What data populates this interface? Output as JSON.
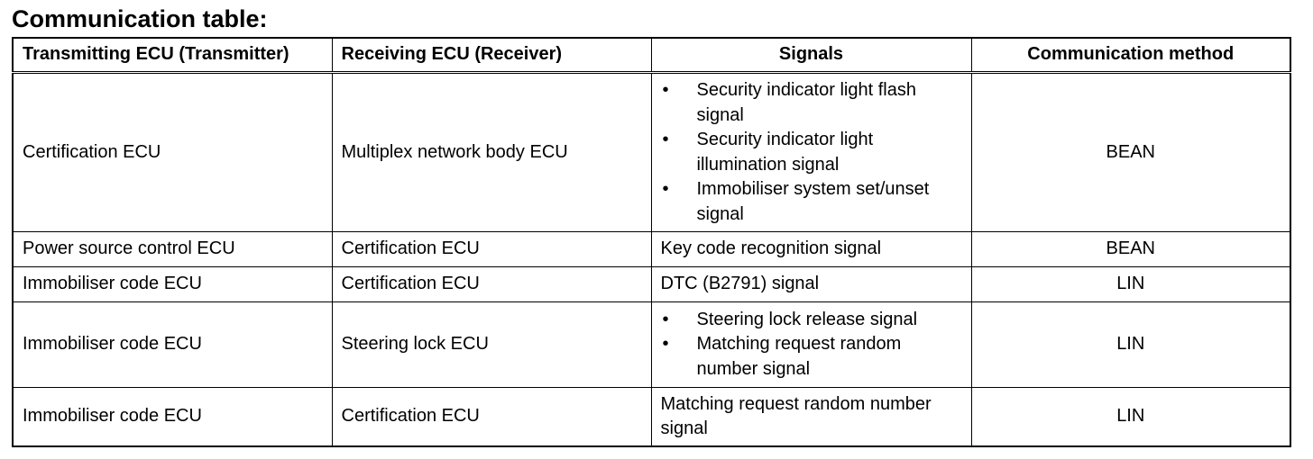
{
  "page": {
    "title": "Communication table:"
  },
  "table": {
    "headers": [
      "Transmitting ECU (Transmitter)",
      "Receiving ECU (Receiver)",
      "Signals",
      "Communication method"
    ],
    "rows": [
      {
        "transmitter": "Certification ECU",
        "receiver": "Multiplex network body ECU",
        "signals": [
          "Security indicator light flash signal",
          "Security indicator light illumination signal",
          "Immobiliser system set/unset signal"
        ],
        "method": "BEAN"
      },
      {
        "transmitter": "Power source control ECU",
        "receiver": "Certification ECU",
        "signal_text": "Key code recognition signal",
        "method": "BEAN"
      },
      {
        "transmitter": "Immobiliser code ECU",
        "receiver": "Certification ECU",
        "signal_text": "DTC (B2791) signal",
        "method": "LIN"
      },
      {
        "transmitter": "Immobiliser code ECU",
        "receiver": "Steering lock ECU",
        "signals": [
          "Steering lock release signal",
          "Matching request random number signal"
        ],
        "method": "LIN"
      },
      {
        "transmitter": "Immobiliser code ECU",
        "receiver": "Certification ECU",
        "signal_text": "Matching request random number signal",
        "method": "LIN"
      }
    ],
    "bullet_glyph": "•"
  }
}
